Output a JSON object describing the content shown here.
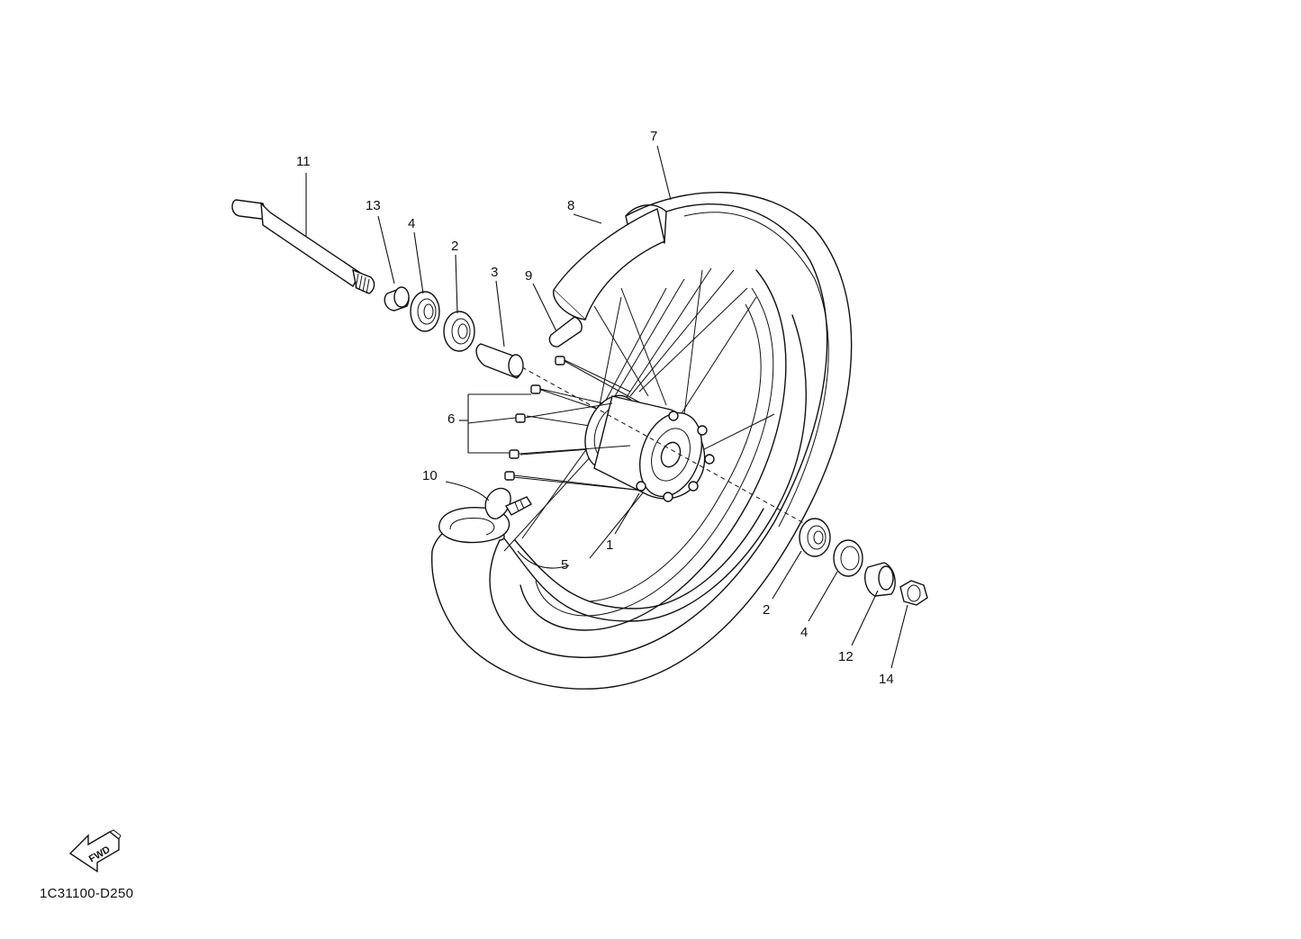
{
  "diagram": {
    "code": "1C31100-D250",
    "fwd_label": "FWD",
    "callouts": {
      "c1": "1",
      "c2a": "2",
      "c2b": "2",
      "c3": "3",
      "c4a": "4",
      "c4b": "4",
      "c5": "5",
      "c6": "6",
      "c7": "7",
      "c8": "8",
      "c9": "9",
      "c10": "10",
      "c11": "11",
      "c12": "12",
      "c13": "13",
      "c14": "14"
    }
  }
}
